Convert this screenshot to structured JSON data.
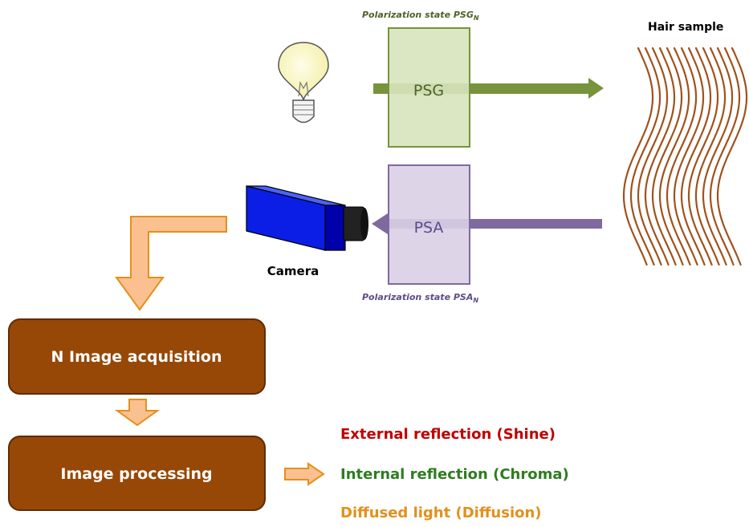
{
  "labels": {
    "psg_state_main": "Polarization state PSG",
    "psg_state_sub": "N",
    "psa_state_main": "Polarization state PSA",
    "psa_state_sub": "N",
    "hair_sample": "Hair sample",
    "psg": "PSG",
    "psa": "PSA",
    "camera": "Camera"
  },
  "steps": {
    "acquisition": "N Image acquisition",
    "processing": "Image processing"
  },
  "outputs": {
    "external": "External reflection (Shine)",
    "internal": "Internal reflection (Chroma)",
    "diffused": "Diffused light (Diffusion)"
  },
  "colors": {
    "psg_fill": "#d7e4bd",
    "psg_border": "#77933c",
    "psa_fill": "#d9d0e4",
    "psa_border": "#7f6aa0",
    "hair": "#a0521c",
    "box_fill": "#974806",
    "arrow_orange": "#fac090",
    "external": "#c00000",
    "internal": "#2e7d1f",
    "diffused": "#e3901c"
  }
}
